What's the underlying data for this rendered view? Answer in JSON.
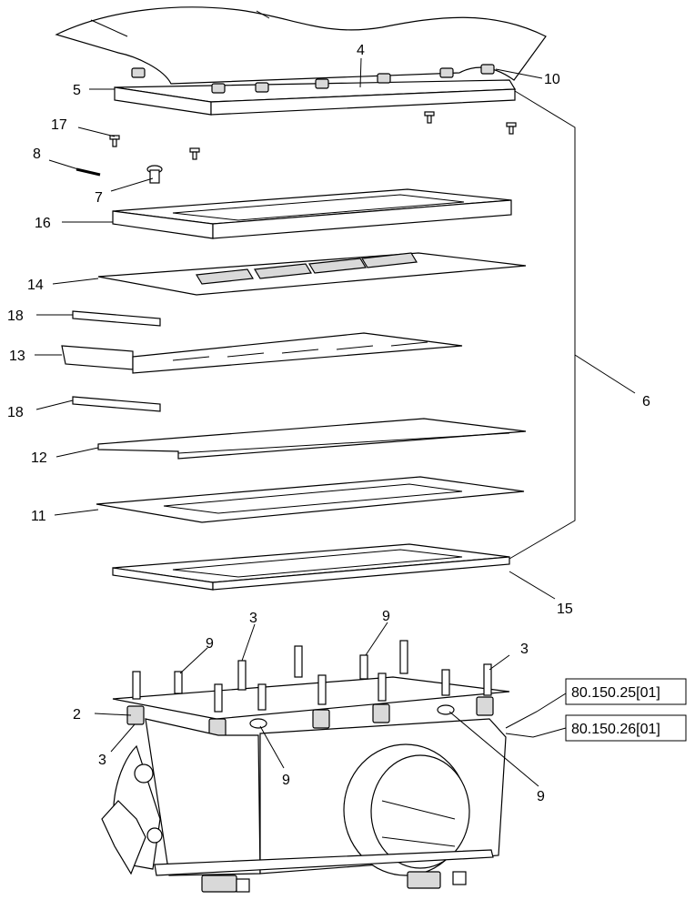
{
  "callouts": {
    "c2": "2",
    "c3a": "3",
    "c3b": "3",
    "c3c": "3",
    "c4": "4",
    "c5": "5",
    "c6": "6",
    "c7": "7",
    "c8": "8",
    "c9a": "9",
    "c9b": "9",
    "c9c": "9",
    "c9d": "9",
    "c10": "10",
    "c11": "11",
    "c12": "12",
    "c13": "13",
    "c14": "14",
    "c15": "15",
    "c16": "16",
    "c17": "17",
    "c18a": "18",
    "c18b": "18"
  },
  "references": {
    "ref1": "80.150.25[01]",
    "ref2": "80.150.26[01]"
  }
}
